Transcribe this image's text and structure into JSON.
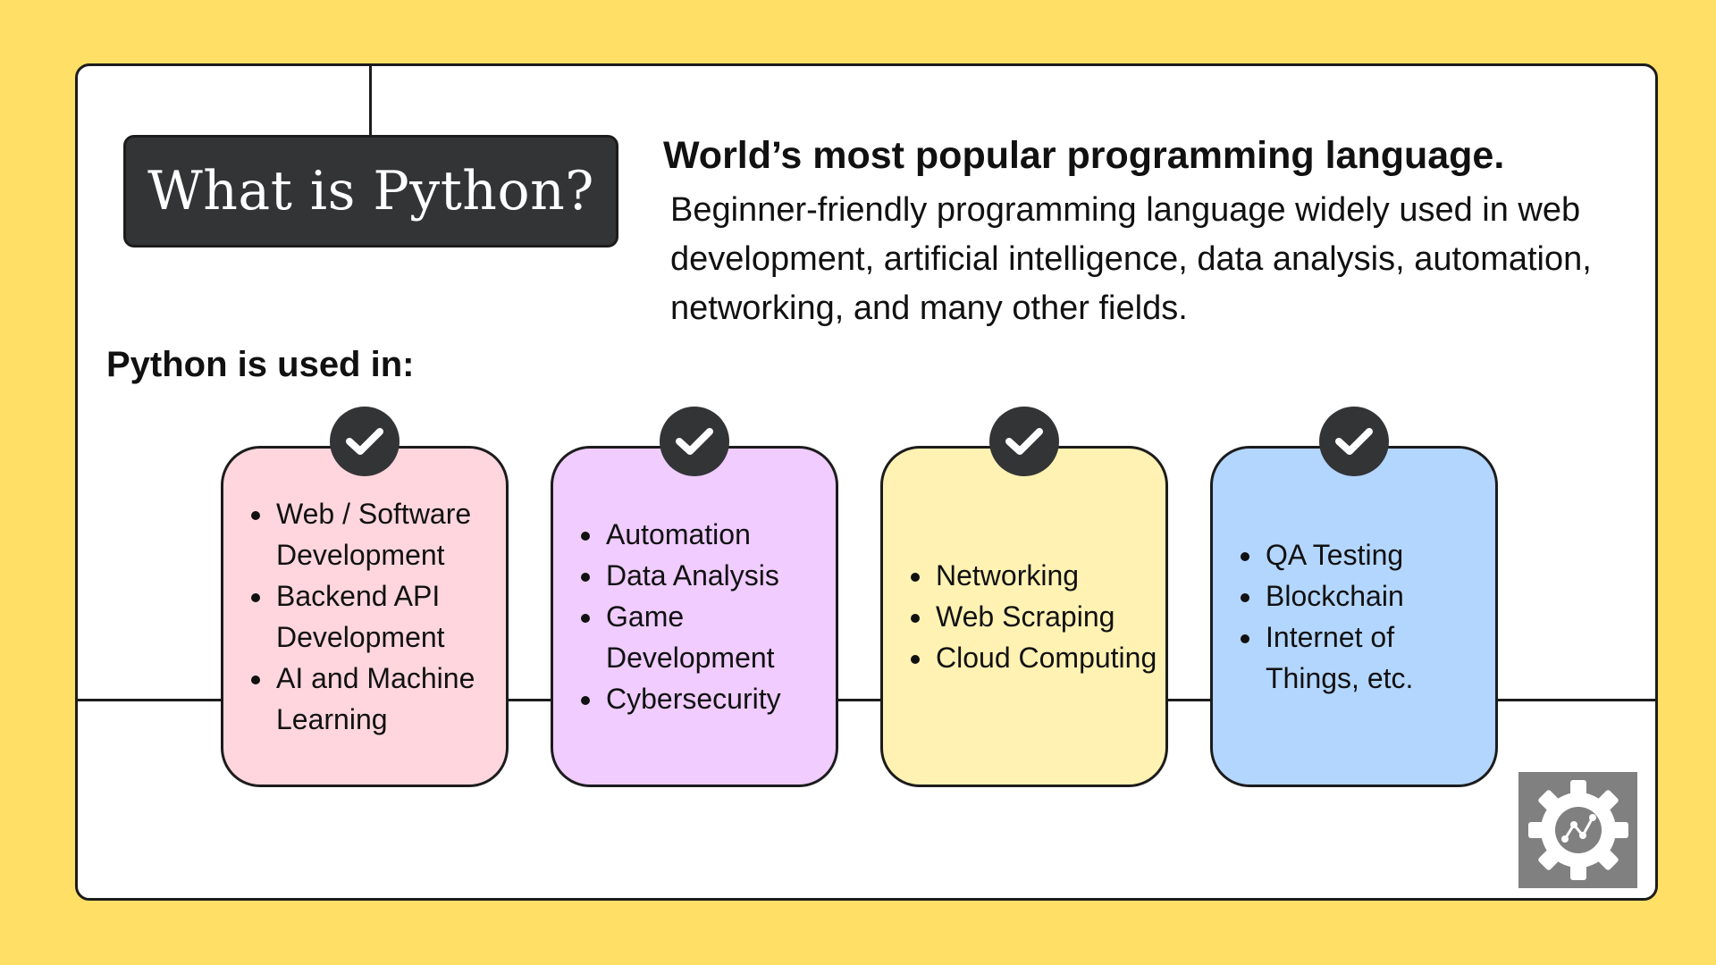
{
  "title": "What is Python?",
  "headline": "World’s most popular programming language.",
  "description": "Beginner-friendly programming language widely used in web development, artificial intelligence, data analysis, automation, networking, and many other fields.",
  "used_in_heading": "Python is used in:",
  "tiles": [
    {
      "color": "#FFD6DD",
      "items": [
        "Web / Software Development",
        "Backend API Development",
        "AI and Machine Learning"
      ]
    },
    {
      "color": "#F0CCFF",
      "items": [
        "Automation",
        "Data Analysis",
        "Game Development",
        "Cybersecurity"
      ]
    },
    {
      "color": "#FFF2B3",
      "items": [
        "Networking",
        "Web Scraping",
        "Cloud Computing"
      ]
    },
    {
      "color": "#B3D6FF",
      "items": [
        "QA Testing",
        "Blockchain",
        "Internet of Things, etc."
      ]
    }
  ],
  "icons": {
    "tile_marker": "check-circle-icon",
    "logo": "gear-graph-logo-icon"
  },
  "colors": {
    "background": "#FFDF66",
    "card": "#FFFFFF",
    "title_box": "#333436",
    "logo_bg": "#808080"
  }
}
